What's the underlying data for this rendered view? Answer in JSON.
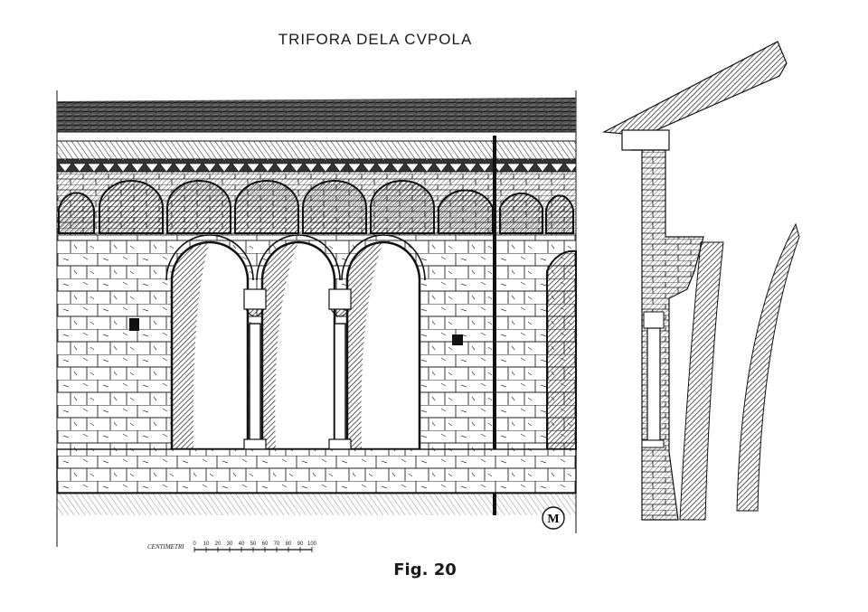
{
  "title": "TRIFORA DELA CVPOLA",
  "caption": "Fig. 20",
  "scale": {
    "label": "CENTIMETRI",
    "ticks": [
      "0",
      "10",
      "20",
      "30",
      "40",
      "50",
      "60",
      "70",
      "80",
      "90",
      "100"
    ]
  },
  "monogram": "M",
  "colors": {
    "ink": "#1a1a1a",
    "paper": "#ffffff",
    "shade": "#3a3a3a"
  }
}
